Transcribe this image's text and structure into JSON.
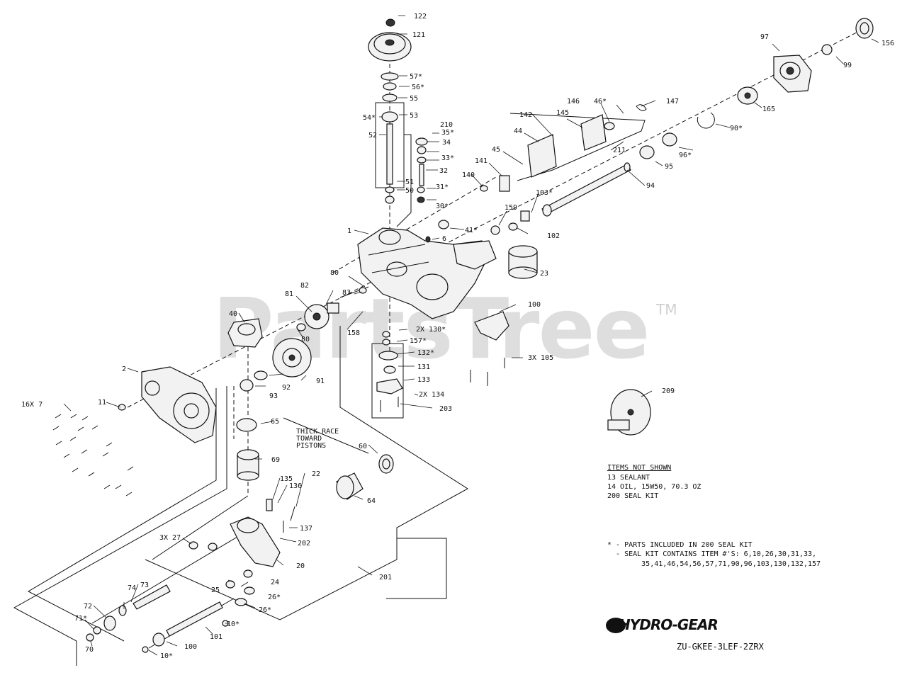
{
  "watermark": {
    "text": "PartsTree",
    "tm": "TM"
  },
  "brand": {
    "logo": "HYDRO-GEAR",
    "model": "ZU-GKEE-3LEF-2ZRX"
  },
  "notes": {
    "thick_race": [
      "THICK RACE",
      "TOWARD",
      "PISTONS"
    ],
    "items_not_shown": {
      "title": "ITEMS NOT SHOWN",
      "lines": [
        "13 SEALANT",
        "14 OIL, 15W50, 70.3 OZ",
        "200 SEAL KIT"
      ]
    },
    "seal_kit": [
      "* - PARTS INCLUDED IN 200 SEAL KIT",
      "  - SEAL KIT CONTAINS ITEM #'S: 6,10,26,30,31,33,",
      "        35,41,46,54,56,57,71,90,96,103,130,132,157"
    ]
  },
  "callouts": [
    "122",
    "121",
    "57*",
    "56*",
    "55",
    "54*",
    "53",
    "52",
    "210",
    "35*",
    "34",
    "33*",
    "32",
    "51",
    "50",
    "31*",
    "30*",
    "142",
    "146",
    "46*",
    "147",
    "145",
    "44",
    "45",
    "141",
    "140",
    "211",
    "90*",
    "96*",
    "95",
    "94",
    "97",
    "99",
    "156",
    "165",
    "103*",
    "159",
    "41*",
    "102",
    "1",
    "6",
    "23",
    "80",
    "82",
    "83",
    "81",
    "40",
    "80",
    "158",
    "2X 130*",
    "157*",
    "100",
    "132*",
    "131",
    "133",
    "2X 134",
    "203",
    "3X 105",
    "2",
    "11",
    "16X 7",
    "93",
    "92",
    "91",
    "65",
    "69",
    "60",
    "64",
    "135",
    "136",
    "22",
    "137",
    "202",
    "3X 27",
    "20",
    "24",
    "25",
    "26*",
    "26*",
    "201",
    "73",
    "74",
    "72",
    "71*",
    "70",
    "100",
    "101",
    "10*",
    "10*",
    "209"
  ]
}
